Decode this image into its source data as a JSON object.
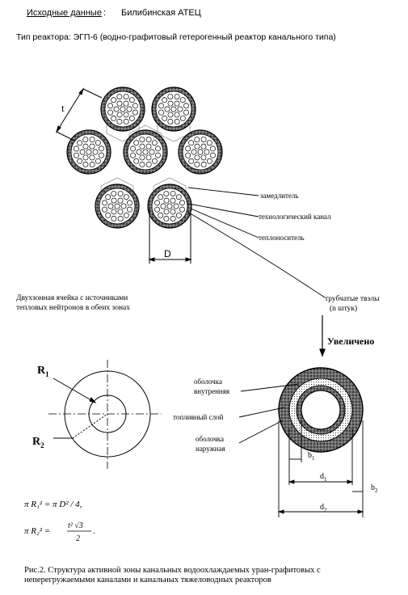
{
  "header": {
    "source_label": "Исходные данные",
    "source_colon": ":",
    "source_value": "Билибинская АТЕЦ",
    "reactor_type": "Тип реактора: ЭГП-6 (водно-графитовый гетерогенный реактор канального типа)"
  },
  "figure": {
    "dim_t": "t",
    "dim_D": "D",
    "label_moderator": "замедлитель",
    "label_tech_channel": "технологический канал",
    "label_coolant": "теплоноситель",
    "label_tubular_1": "трубчатые твэлы",
    "label_tubular_2": "(n штук)",
    "label_enlarged": "Увеличено",
    "cell_caption_1": "Двухзонная ячейка с источниками",
    "cell_caption_2": "тепловых нейтронов в обеих зонах",
    "R1": "R",
    "R1_sub": "1",
    "R2": "R",
    "R2_sub": "2",
    "label_clad_inner_1": "оболочка",
    "label_clad_inner_2": "внутренняя",
    "label_fuel_layer": "топливный слой",
    "label_clad_outer_1": "оболочка",
    "label_clad_outer_2": "наружная",
    "dim_b1": "b",
    "dim_b1_sub": "1",
    "dim_d1": "d",
    "dim_d1_sub": "1",
    "dim_b2": "b",
    "dim_b2_sub": "2",
    "dim_d2": "d",
    "dim_d2_sub": "2",
    "formula_1": "π R₁² = π D² / 4,",
    "formula_2_left": "π R₂² =",
    "formula_2_num": "t² √3",
    "formula_2_den": "2",
    "formula_2_end": ".",
    "caption_1": "Рис.2. Структура активной зоны канальных водоохлаждаемых уран-графитовых с",
    "caption_2": "неперегружаемыми каналами и канальных тяжеловодных реакторов"
  }
}
